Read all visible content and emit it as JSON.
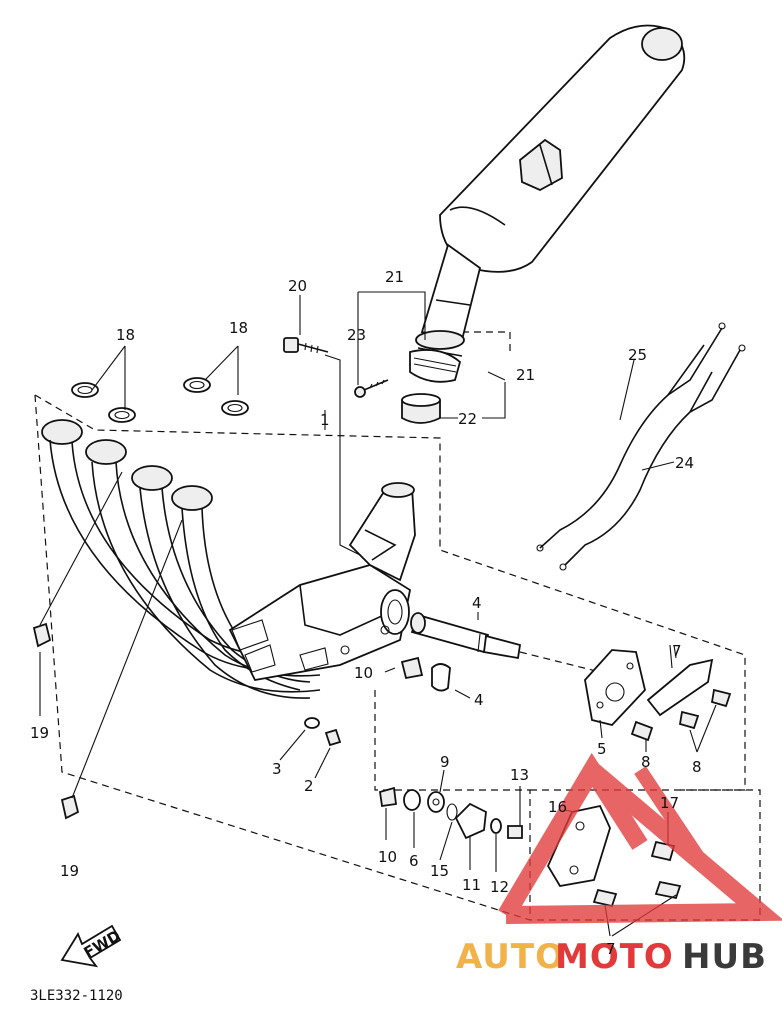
{
  "callouts": {
    "c1": "1",
    "c2": "2",
    "c3": "3",
    "c4a": "4",
    "c4b": "4",
    "c5": "5",
    "c6": "6",
    "c7a": "7",
    "c7b": "7",
    "c8a": "8",
    "c8b": "8",
    "c9": "9",
    "c10a": "10",
    "c10b": "10",
    "c11": "11",
    "c12": "12",
    "c13": "13",
    "c15": "15",
    "c16": "16",
    "c17": "17",
    "c18a": "18",
    "c18b": "18",
    "c19a": "19",
    "c19b": "19",
    "c20": "20",
    "c21a": "21",
    "c21b": "21",
    "c22": "22",
    "c23": "23",
    "c24": "24",
    "c25": "25"
  },
  "fwd_label": "FWD",
  "diagram_code": "3LE332-1120",
  "watermark": {
    "auto": "AUTO",
    "moto": "MOTO",
    "hub": "HUB"
  },
  "colors": {
    "line": "#111111",
    "watermark_red": "#e23a3a",
    "watermark_orange": "#f2b24a",
    "watermark_dark": "#3a3a3a"
  }
}
